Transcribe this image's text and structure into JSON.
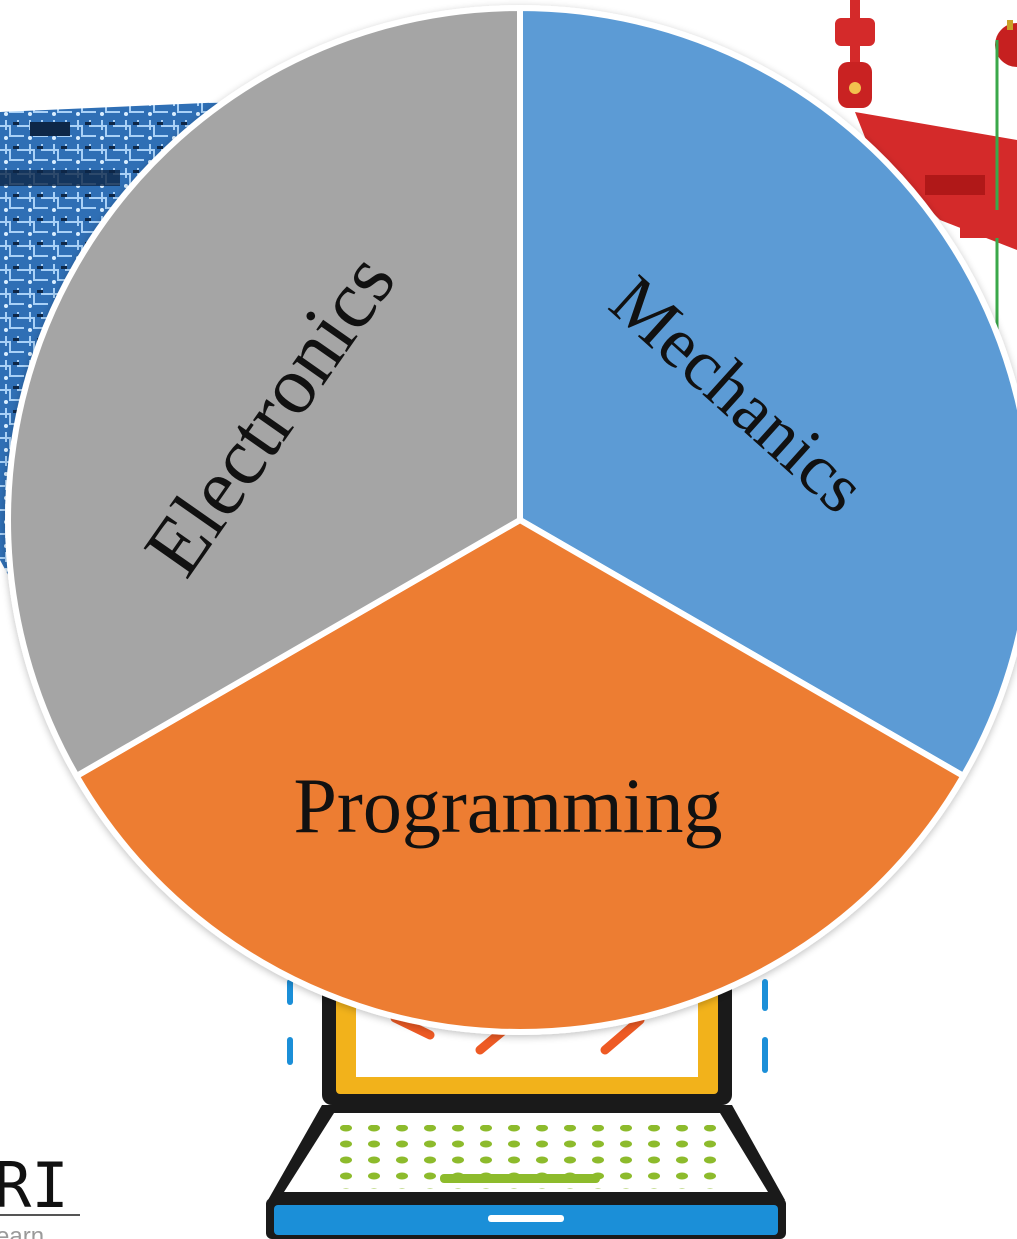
{
  "diagram": {
    "slices": [
      {
        "id": "mechanics",
        "label": "Mechanics",
        "color": "#5b9bd5"
      },
      {
        "id": "programming",
        "label": "Programming",
        "color": "#ed7d31"
      },
      {
        "id": "electronics",
        "label": "Electronics",
        "color": "#a5a5a5"
      }
    ],
    "background_images": [
      {
        "name": "circuit-board-image",
        "color": "#2f6fb5"
      },
      {
        "name": "mechanism-image",
        "color": "#d42a2a"
      },
      {
        "name": "laptop-image",
        "color": "#f2b21b"
      }
    ]
  },
  "logo": {
    "text": "RI",
    "subtext": "earn"
  }
}
